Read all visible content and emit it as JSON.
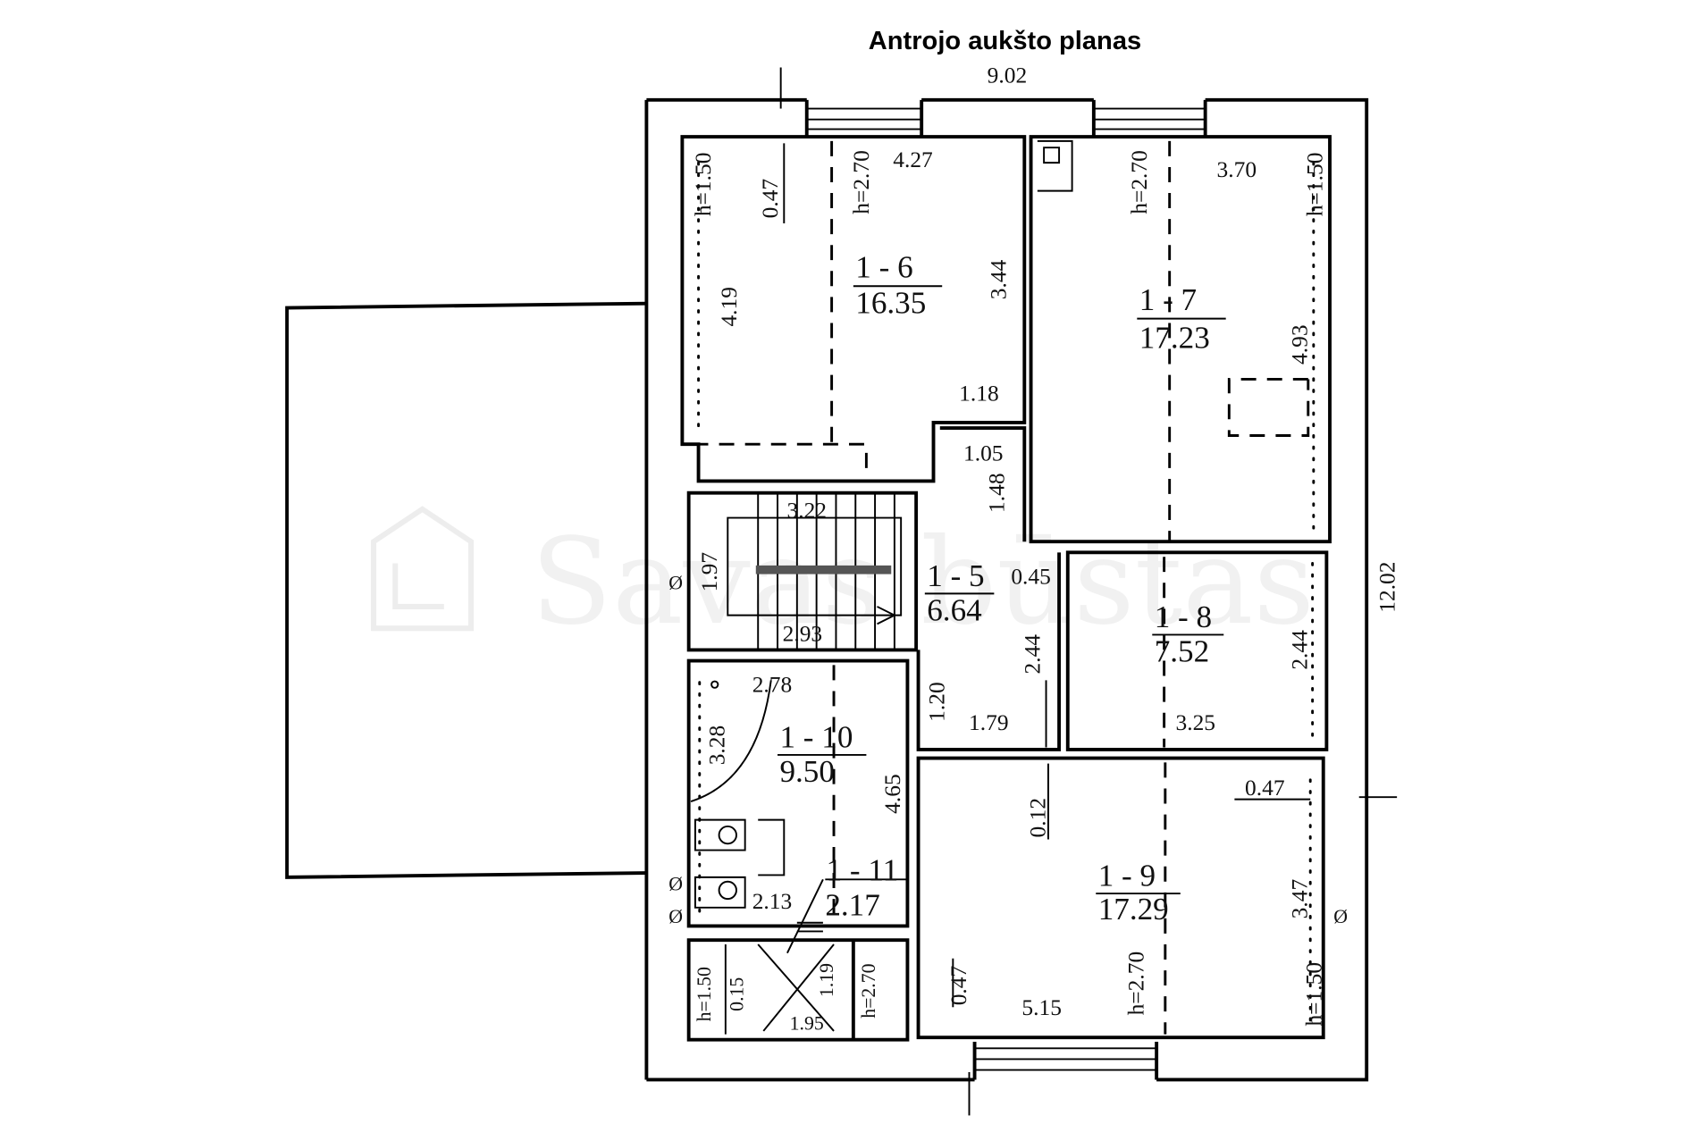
{
  "title": "Antrojo aukšto planas",
  "watermark": "Savas būstas",
  "overall": {
    "width": "9.02",
    "depth": "12.02"
  },
  "rooms": {
    "r16": {
      "id": "1 - 6",
      "area": "16.35",
      "dims": [
        "4.27",
        "0.47",
        "h=1.50",
        "h=2.70",
        "3.44",
        "4.19",
        "1.18"
      ]
    },
    "r17": {
      "id": "1 - 7",
      "area": "17.23",
      "dims": [
        "h=2.70",
        "3.70",
        "h=1.50",
        "4.93"
      ]
    },
    "r15": {
      "id": "1 - 5",
      "area": "6.64",
      "dims": [
        "1.05",
        "1.48",
        "3.22",
        "1.97",
        "2.93",
        "0.45",
        "1.20",
        "1.79"
      ]
    },
    "r18": {
      "id": "1 - 8",
      "area": "7.52",
      "dims": [
        "2.44",
        "2.44",
        "3.25"
      ]
    },
    "r110": {
      "id": "1 - 10",
      "area": "9.50",
      "dims": [
        "2.78",
        "3.28",
        "4.65"
      ]
    },
    "r111": {
      "id": "1 - 11",
      "area": "2.17",
      "dims": [
        "2.13",
        "h=1.50",
        "0.15",
        "1.19",
        "1.95",
        "h=2.70"
      ]
    },
    "r19": {
      "id": "1 - 9",
      "area": "17.29",
      "dims": [
        "0.12",
        "0.47",
        "3.47",
        "0.47",
        "5.15",
        "h=2.70",
        "h=1.50"
      ]
    }
  },
  "symbols": [
    "Ø",
    "Ø",
    "Ø",
    "Ø"
  ]
}
